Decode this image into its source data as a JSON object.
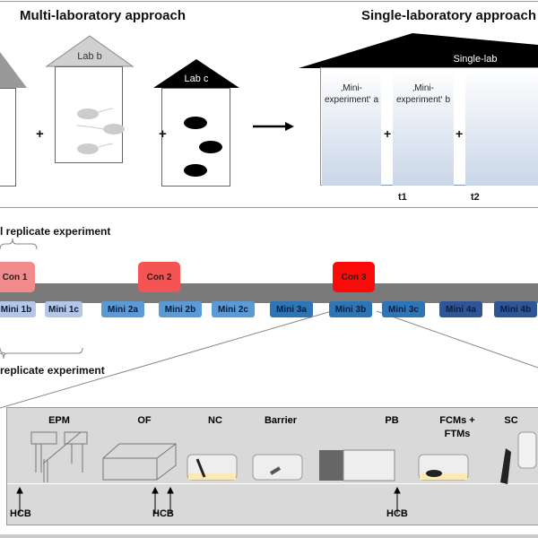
{
  "multi": {
    "title": "Multi-laboratory approach",
    "labs": [
      "Lab b",
      "Lab c"
    ],
    "plus": "+"
  },
  "single": {
    "title": "Single-laboratory approach",
    "roof": "Single-lab",
    "minis": [
      "‚Mini-\nexperiment‘ a",
      "‚Mini-\nexperiment‘ b"
    ],
    "times": [
      "t1",
      "t2"
    ],
    "plus": "+"
  },
  "timeline": {
    "top_brace_label": "l replicate experiment",
    "bottom_brace_label": "replicate experiment",
    "cons": [
      {
        "label": "Con 1",
        "color": "#f28b8b"
      },
      {
        "label": "Con 2",
        "color": "#f45454"
      },
      {
        "label": "Con 3",
        "color": "#fb0a0a"
      }
    ],
    "minis": [
      {
        "label": "Mini 1b",
        "color": "#b4c7e7"
      },
      {
        "label": "Mini 1c",
        "color": "#b4c7e7"
      },
      {
        "label": "Mini 2a",
        "color": "#5b9bd5"
      },
      {
        "label": "Mini 2b",
        "color": "#5b9bd5"
      },
      {
        "label": "Mini 2c",
        "color": "#5b9bd5"
      },
      {
        "label": "Mini 3a",
        "color": "#2e75b6"
      },
      {
        "label": "Mini 3b",
        "color": "#2e75b6"
      },
      {
        "label": "Mini 3c",
        "color": "#2e75b6"
      },
      {
        "label": "Mini 4a",
        "color": "#2f5597"
      },
      {
        "label": "Mini 4b",
        "color": "#2f5597"
      }
    ]
  },
  "tests": {
    "items": [
      "EPM",
      "OF",
      "NC",
      "Barrier",
      "PB",
      "FCMs +\nFTMs",
      "SC"
    ],
    "hcb": "HCB"
  }
}
